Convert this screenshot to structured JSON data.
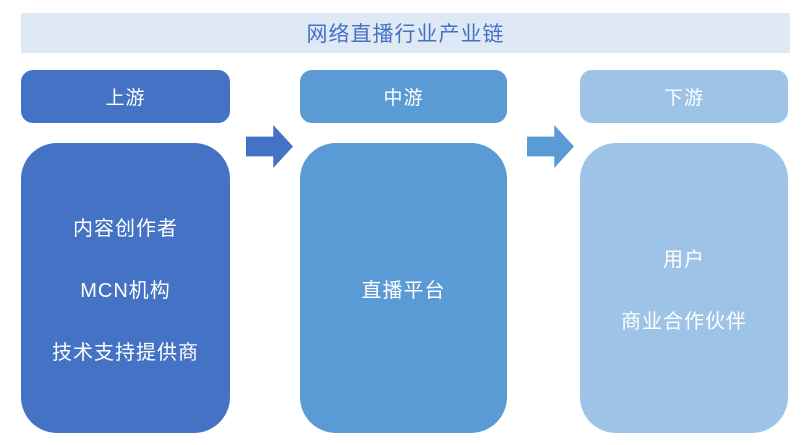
{
  "title": "网络直播行业产业链",
  "colors": {
    "title_bar_bg": "#DEE9F5",
    "title_text": "#4472C4",
    "upstream": "#4472C4",
    "midstream": "#5B9BD5",
    "downstream": "#9DC3E6",
    "arrow_1": "#4472C4",
    "arrow_2": "#5B9BD5",
    "box_text": "#FFFFFF"
  },
  "columns": [
    {
      "id": "upstream",
      "header": "上游",
      "items": [
        "内容创作者",
        "MCN机构",
        "技术支持提供商"
      ]
    },
    {
      "id": "midstream",
      "header": "中游",
      "items": [
        "直播平台"
      ]
    },
    {
      "id": "downstream",
      "header": "下游",
      "items": [
        "用户",
        "商业合作伙伴"
      ]
    }
  ],
  "arrows": [
    {
      "name": "upstream-to-midstream"
    },
    {
      "name": "midstream-to-downstream"
    }
  ]
}
